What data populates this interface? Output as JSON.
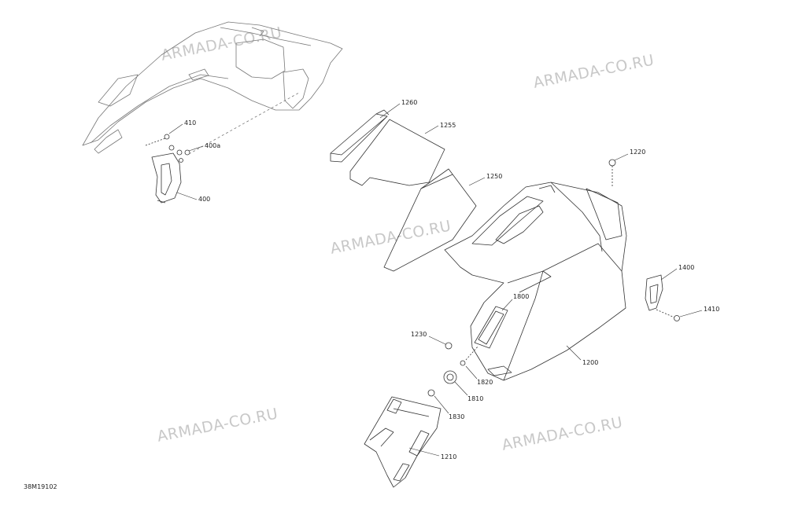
{
  "diagram": {
    "doc_ref": "38M19102",
    "watermark": "ARMADA-CO.RU",
    "callouts": {
      "p410": "410",
      "p400a": "400a",
      "p400": "400",
      "p1260": "1260",
      "p1255": "1255",
      "p1250": "1250",
      "p1220": "1220",
      "p1400": "1400",
      "p1410": "1410",
      "p1800": "1800",
      "p1230": "1230",
      "p1820": "1820",
      "p1810": "1810",
      "p1830": "1830",
      "p1200": "1200",
      "p1210": "1210"
    }
  }
}
